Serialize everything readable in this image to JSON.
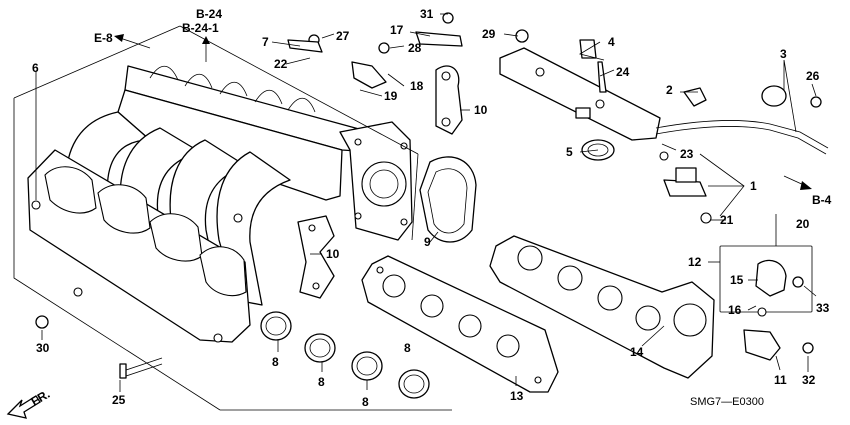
{
  "labels": {
    "n1": "1",
    "n2": "2",
    "n3": "3",
    "n4": "4",
    "n5": "5",
    "n6": "6",
    "n7": "7",
    "n8a": "8",
    "n8b": "8",
    "n8c": "8",
    "n8d": "8",
    "n9": "9",
    "n10a": "10",
    "n10b": "10",
    "n11": "11",
    "n12": "12",
    "n13": "13",
    "n14": "14",
    "n15": "15",
    "n16": "16",
    "n17": "17",
    "n18": "18",
    "n19": "19",
    "n20": "20",
    "n21": "21",
    "n22": "22",
    "n23": "23",
    "n24": "24",
    "n25": "25",
    "n26": "26",
    "n27": "27",
    "n28": "28",
    "n29": "29",
    "n30": "30",
    "n31": "31",
    "n32": "32",
    "n33": "33"
  },
  "references": {
    "e8": "E-8",
    "b24": "B-24",
    "b241": "B-24-1",
    "b4": "B-4"
  },
  "front_label": "FR.",
  "diagram_code": "SMG7—E0300"
}
